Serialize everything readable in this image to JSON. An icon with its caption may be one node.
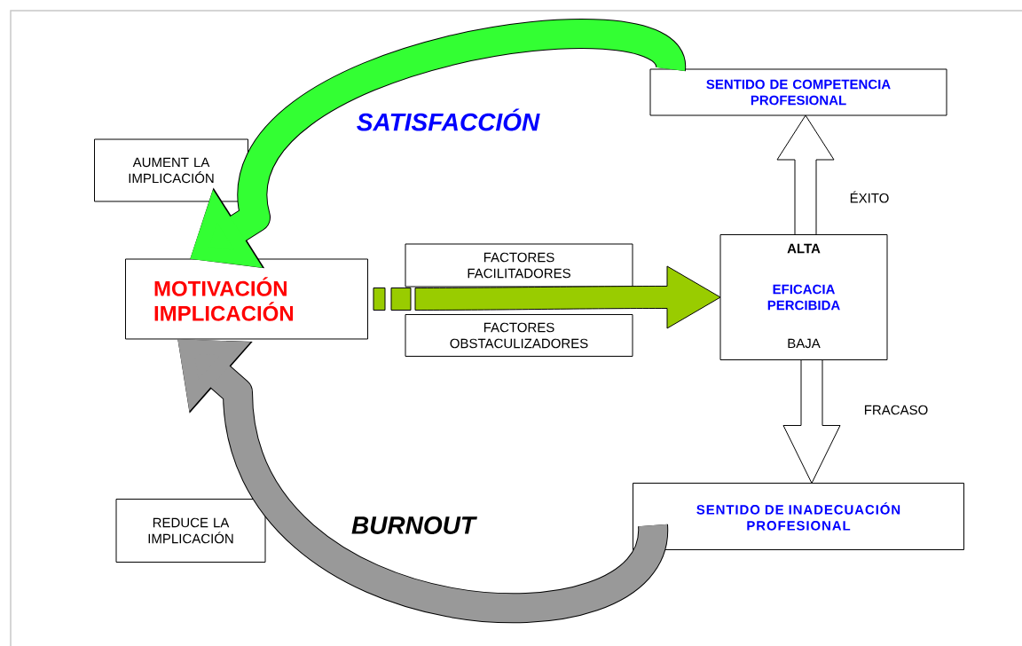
{
  "diagram": {
    "nodes": [
      {
        "text": [
          "SENTIDO DE COMPETENCIA PROFESIONAL"
        ]
      },
      {
        "text": [
          "AUMENT LA IMPLICACIÓN"
        ]
      },
      {
        "text": [
          "MOTIVACIÓN IMPLICACIÓN"
        ]
      },
      {
        "text": [
          "FACTORES FACILITADORES"
        ]
      },
      {
        "text": [
          "ALTA",
          "EFICACIA PERCIBIDA",
          "BAJA"
        ]
      },
      {
        "text": [
          "FACTORES OBSTACULIZADORES"
        ]
      },
      {
        "text": [
          "REDUCE LA IMPLICACIÓN"
        ]
      },
      {
        "text": [
          "SENTIDO DE INADECUACIÓN PROFESIONAL"
        ]
      }
    ],
    "edges": [
      {
        "from": 0,
        "to": 2,
        "arrow": "to",
        "label": "SATISFACCIÓN",
        "color": "#33ff33"
      },
      {
        "from": 2,
        "to": 4,
        "arrow": "to",
        "color": "#99cc00"
      },
      {
        "from": 4,
        "to": 0,
        "arrow": "to",
        "label": "ÉXITO",
        "color": "#ffffff"
      },
      {
        "from": 4,
        "to": 7,
        "arrow": "to",
        "label": "FRACASO",
        "color": "#ffffff"
      },
      {
        "from": 7,
        "to": 2,
        "arrow": "to",
        "label": "BURNOUT",
        "color": "#999999"
      }
    ]
  }
}
